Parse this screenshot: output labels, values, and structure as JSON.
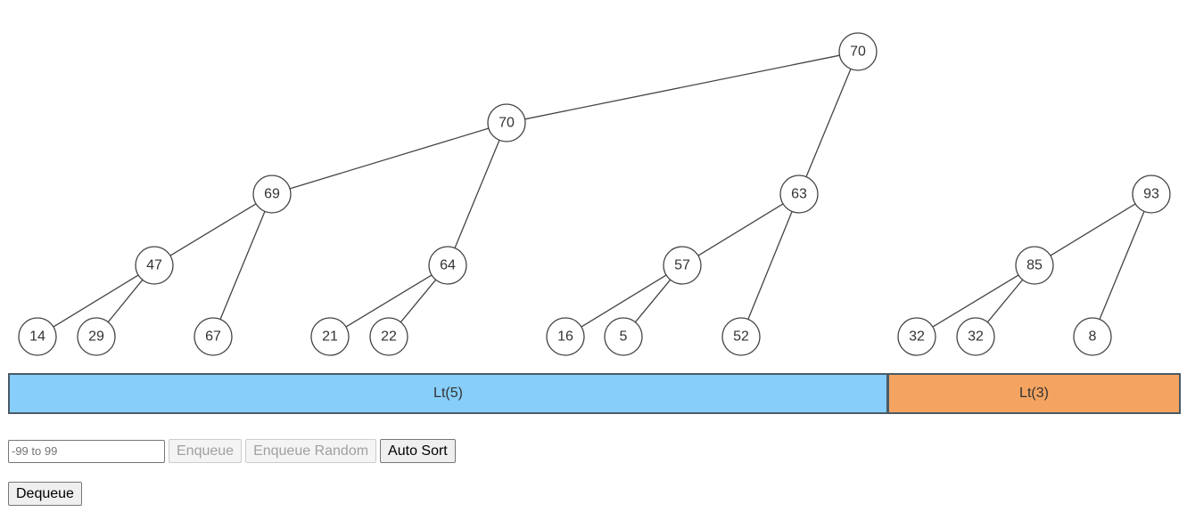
{
  "tree": {
    "nodes": [
      {
        "id": "n70a",
        "value": "70"
      },
      {
        "id": "n70b",
        "value": "70"
      },
      {
        "id": "n69",
        "value": "69"
      },
      {
        "id": "n63",
        "value": "63"
      },
      {
        "id": "n93",
        "value": "93"
      },
      {
        "id": "n47",
        "value": "47"
      },
      {
        "id": "n64",
        "value": "64"
      },
      {
        "id": "n57",
        "value": "57"
      },
      {
        "id": "n85",
        "value": "85"
      },
      {
        "id": "n14",
        "value": "14"
      },
      {
        "id": "n29",
        "value": "29"
      },
      {
        "id": "n67",
        "value": "67"
      },
      {
        "id": "n21",
        "value": "21"
      },
      {
        "id": "n22",
        "value": "22"
      },
      {
        "id": "n16",
        "value": "16"
      },
      {
        "id": "n5",
        "value": "5"
      },
      {
        "id": "n52",
        "value": "52"
      },
      {
        "id": "n32a",
        "value": "32"
      },
      {
        "id": "n32b",
        "value": "32"
      },
      {
        "id": "n8",
        "value": "8"
      }
    ],
    "edges": [
      [
        "n70a",
        "n70b"
      ],
      [
        "n70a",
        "n63"
      ],
      [
        "n70b",
        "n69"
      ],
      [
        "n70b",
        "n64"
      ],
      [
        "n69",
        "n47"
      ],
      [
        "n69",
        "n67"
      ],
      [
        "n47",
        "n14"
      ],
      [
        "n47",
        "n29"
      ],
      [
        "n64",
        "n21"
      ],
      [
        "n64",
        "n22"
      ],
      [
        "n63",
        "n57"
      ],
      [
        "n63",
        "n52"
      ],
      [
        "n57",
        "n16"
      ],
      [
        "n57",
        "n5"
      ],
      [
        "n93",
        "n85"
      ],
      [
        "n93",
        "n8"
      ],
      [
        "n85",
        "n32a"
      ],
      [
        "n85",
        "n32b"
      ]
    ]
  },
  "bars": [
    {
      "label": "Lt(5)",
      "color": "#87cefa"
    },
    {
      "label": "Lt(3)",
      "color": "#f4a460"
    }
  ],
  "controls": {
    "input_placeholder": "-99 to 99",
    "input_value": "",
    "enqueue_label": "Enqueue",
    "enqueue_random_label": "Enqueue Random",
    "auto_sort_label": "Auto Sort",
    "dequeue_label": "Dequeue"
  }
}
